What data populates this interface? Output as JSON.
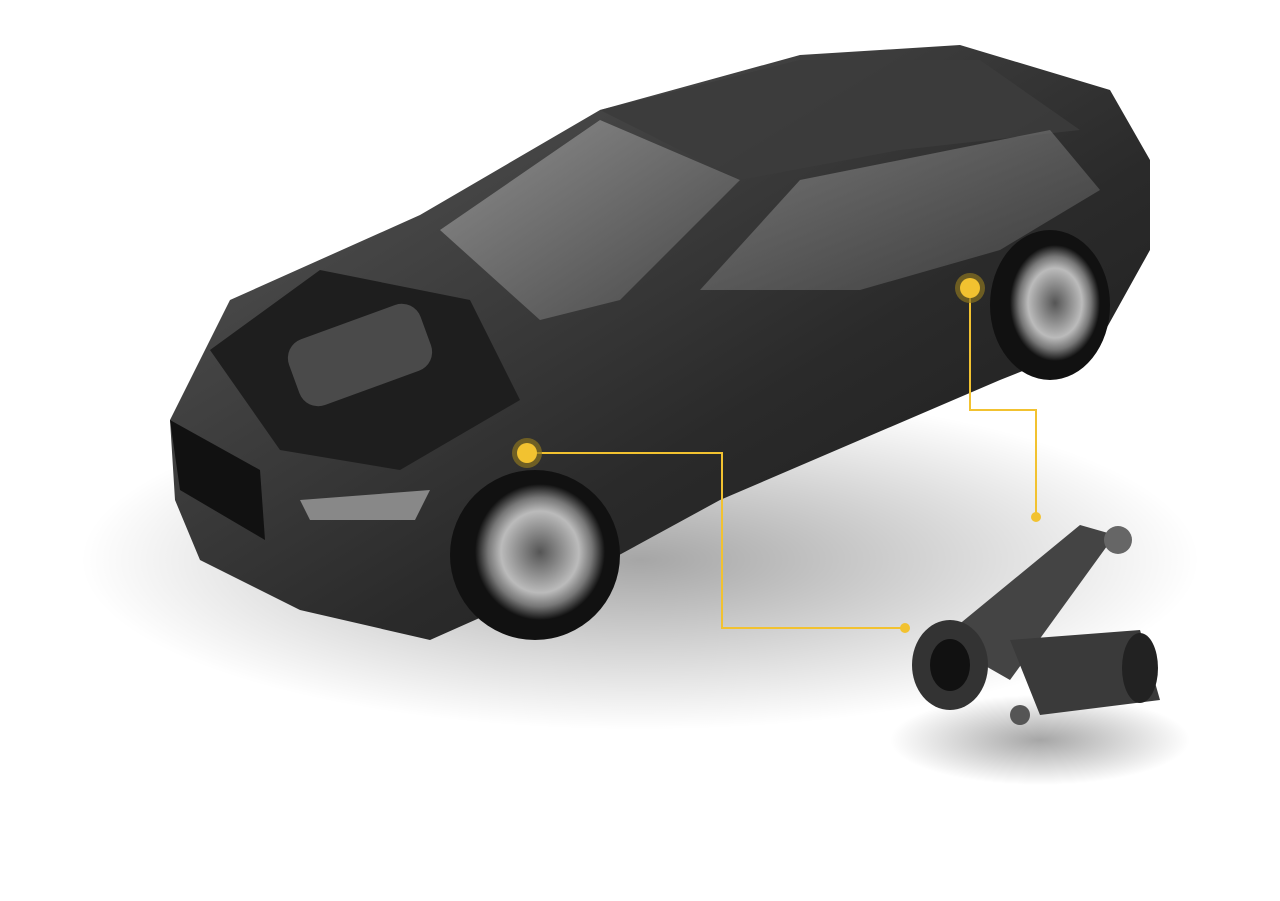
{
  "colors": {
    "background": "#ffffff",
    "callout": "#f2c230",
    "callout_halo": "#8a7420",
    "car_body": "#2e2e2e",
    "car_glass": "#6a6a6a",
    "part": "#3a3a3a"
  },
  "callouts": [
    {
      "name": "front-suspension-point",
      "target": "height-level-sensor"
    },
    {
      "name": "rear-suspension-point",
      "target": "height-level-sensor"
    }
  ]
}
